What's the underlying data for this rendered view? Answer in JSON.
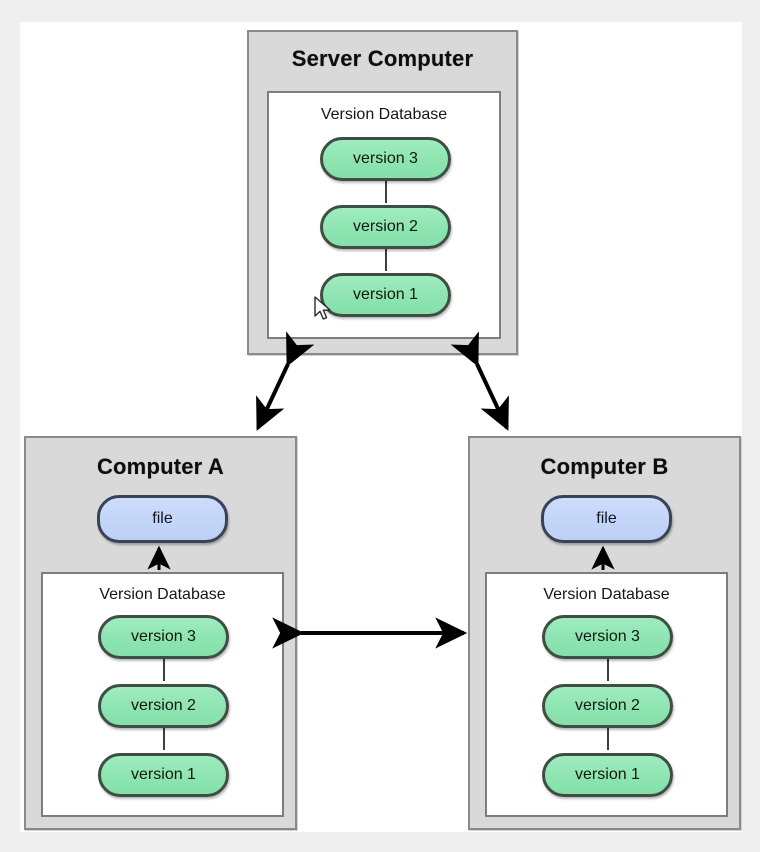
{
  "diagram": {
    "title_not_shown": "",
    "server": {
      "title": "Server Computer",
      "database": {
        "title": "Version Database",
        "versions": [
          "version 3",
          "version 2",
          "version 1"
        ]
      }
    },
    "computer_a": {
      "title": "Computer A",
      "file_label": "file",
      "database": {
        "title": "Version Database",
        "versions": [
          "version 3",
          "version 2",
          "version 1"
        ]
      }
    },
    "computer_b": {
      "title": "Computer B",
      "file_label": "file",
      "database": {
        "title": "Version Database",
        "versions": [
          "version 3",
          "version 2",
          "version 1"
        ]
      }
    },
    "colors": {
      "panel_fill": "#d9d9d9",
      "panel_border": "#8a8a8a",
      "version_fill": "#8ce4b0",
      "version_border": "#3e4e43",
      "file_fill": "#c2d4f8",
      "file_border": "#3a4356",
      "arrow": "#000000",
      "canvas": "#ffffff",
      "frame": "#efefef"
    }
  }
}
